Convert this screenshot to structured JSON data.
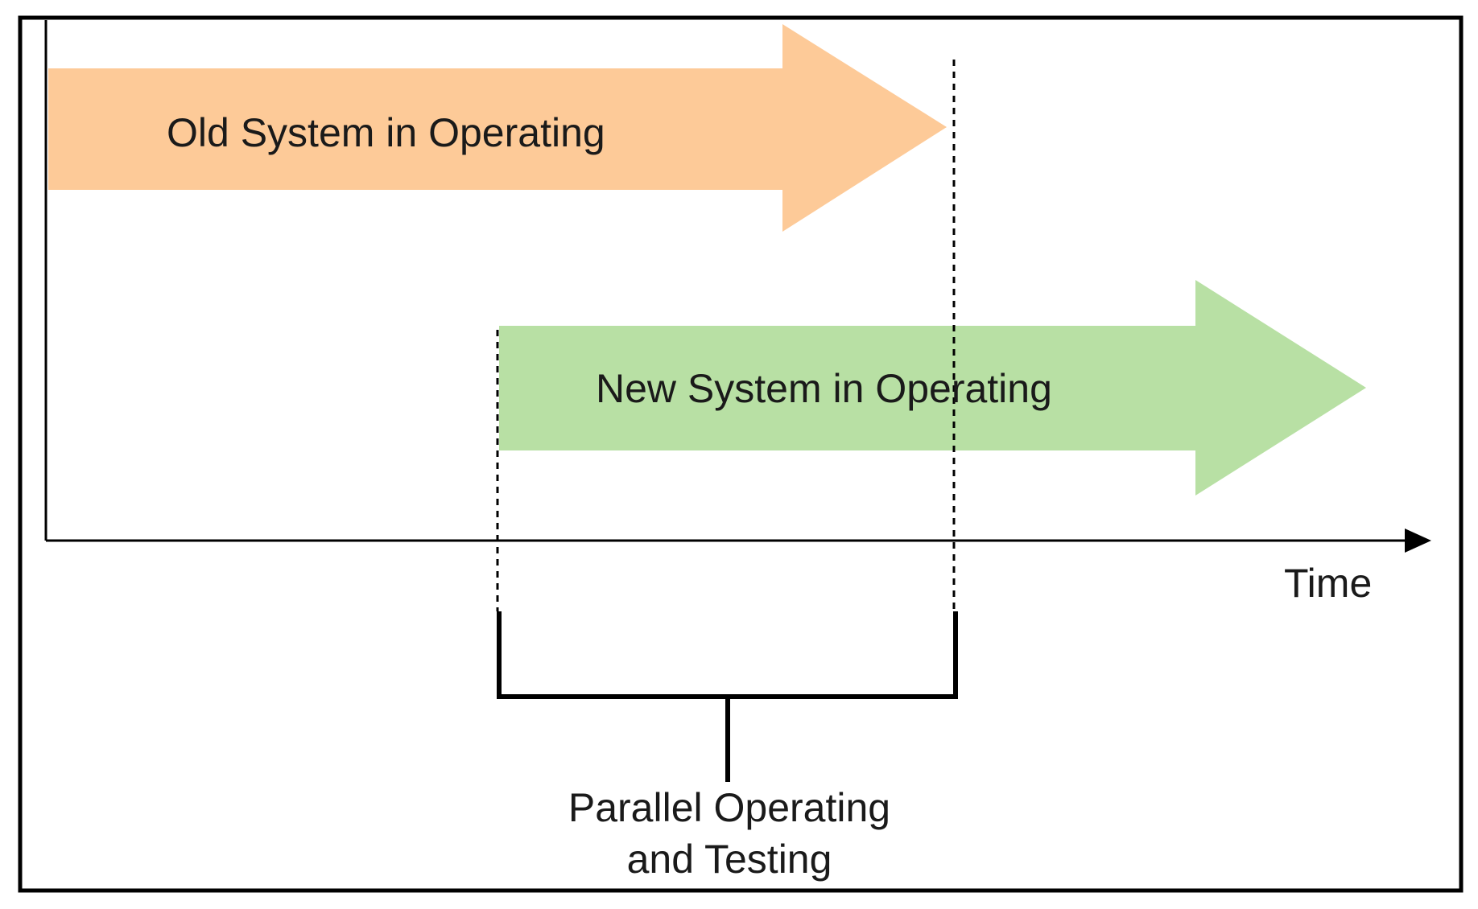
{
  "diagram": {
    "old_system_label": "Old System in Operating",
    "new_system_label": "New System in Operating",
    "axis_label": "Time",
    "parallel_label_line1": "Parallel Operating",
    "parallel_label_line2": "and Testing"
  },
  "colors": {
    "old_arrow": "#fdca98",
    "new_arrow": "#b8e0a4",
    "frame": "#000000",
    "axis": "#000000",
    "text": "#1a1a1a"
  }
}
